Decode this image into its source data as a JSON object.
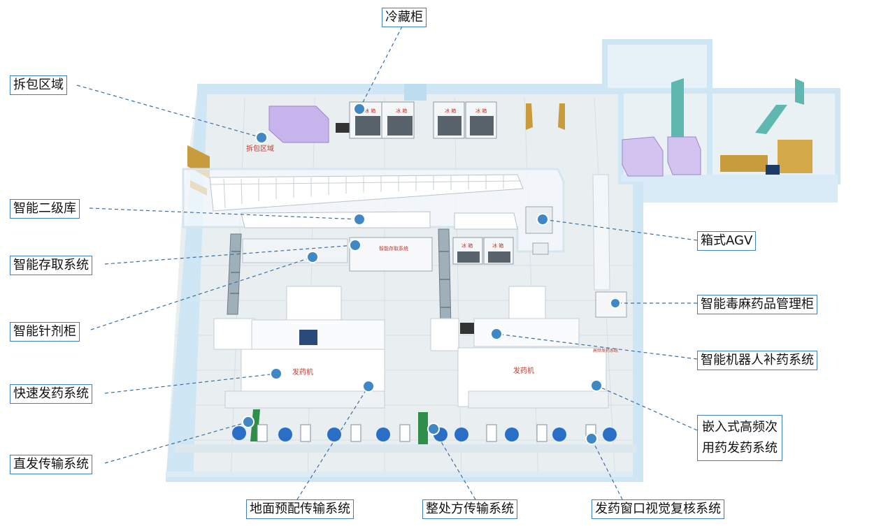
{
  "labels": {
    "cold_cabinet": "冷藏柜",
    "unpack_area": "拆包区域",
    "secondary_storage": "智能二级库",
    "storage_retrieval": "智能存取系统",
    "injection_cabinet": "智能针剂柜",
    "fast_dispensing": "快速发药系统",
    "direct_conveyor": "直发传输系统",
    "box_agv": "箱式AGV",
    "narcotic_cabinet": "智能毒麻药品管理柜",
    "robot_replenish": "智能机器人补药系统",
    "embedded_line1": "嵌入式高频次",
    "embedded_line2": "用药发药系统",
    "floor_conveyor": "地面预配传输系统",
    "prescription_conveyor": "整处方传输系统",
    "window_review": "发药窗口视觉复核系统"
  },
  "floor_labels": {
    "unpack": "拆包区域",
    "fridge": "冰 箱",
    "storage_system": "智能存取系统",
    "dispenser": "发药机",
    "embedded": "高频发药系统"
  },
  "colors": {
    "walls": "#cfe6f4",
    "floor": "#e9eef1",
    "marker": "#3f88c5",
    "label_border": "#3f7fc0",
    "leader_line": "#3a6ea5",
    "text_red": "#c0392b",
    "door": "#c89b3c",
    "purple": "#b9a2e0",
    "teal": "#5fb8b0",
    "conveyor": "#2f8f4a",
    "chair": "#2a6fc6"
  }
}
